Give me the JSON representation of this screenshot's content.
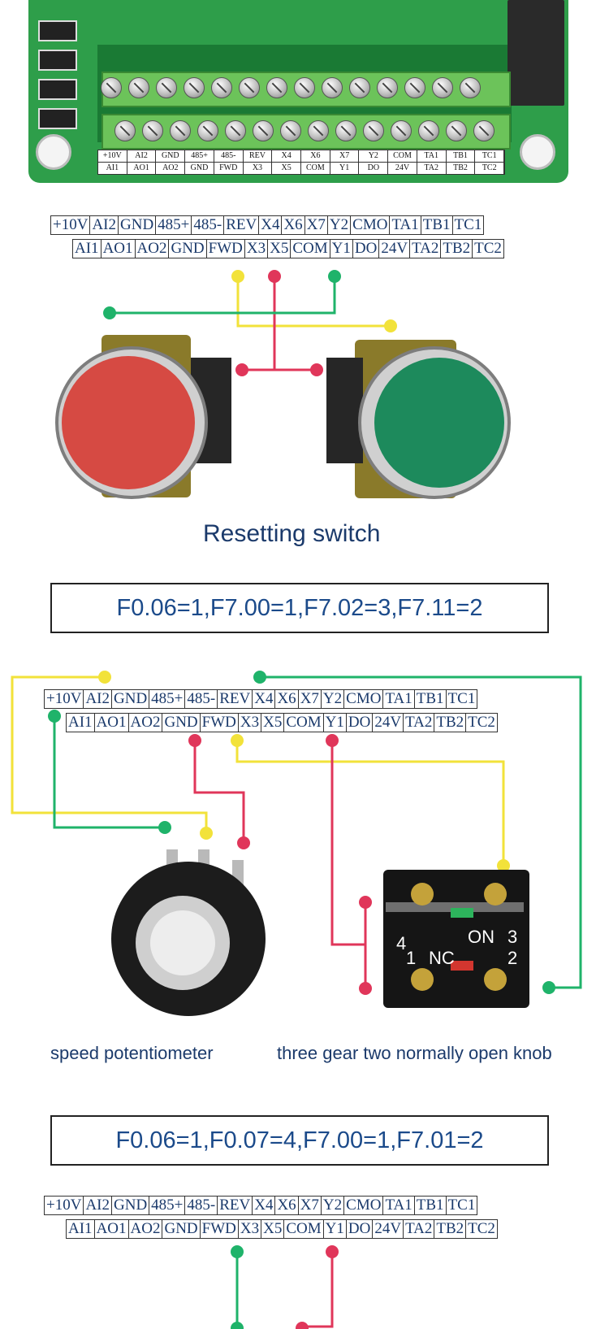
{
  "pcb": {
    "top_labels": [
      "+10V",
      "AI2",
      "GND",
      "485+",
      "485-",
      "REV",
      "X4",
      "X6",
      "X7",
      "Y2",
      "COM",
      "TA1",
      "TB1",
      "TC1"
    ],
    "bottom_labels": [
      "AI1",
      "AO1",
      "AO2",
      "GND",
      "FWD",
      "X3",
      "X5",
      "COM",
      "Y1",
      "DO",
      "24V",
      "TA2",
      "TB2",
      "TC2"
    ]
  },
  "terminals": {
    "top": [
      "+10V",
      "AI2",
      "GND",
      "485+",
      "485-",
      "REV",
      "X4",
      "X6",
      "X7",
      "Y2",
      "CMO",
      "TA1",
      "TB1",
      "TC1"
    ],
    "bottom": [
      "AI1",
      "AO1",
      "AO2",
      "GND",
      "FWD",
      "X3",
      "X5",
      "COM",
      "Y1",
      "DO",
      "24V",
      "TA2",
      "TB2",
      "TC2"
    ]
  },
  "section1": {
    "caption": "Resetting switch",
    "params": "F0.06=1,F7.00=1,F7.02=3,F7.11=2"
  },
  "section2": {
    "caption_left": "speed potentiometer",
    "caption_right": "three gear two normally open knob",
    "params": "F0.06=1,F0.07=4,F7.00=1,F7.01=2"
  },
  "selector": {
    "label_no": "ON",
    "label_nc": "NC",
    "pos1": "1",
    "pos2": "2",
    "pos3": "3",
    "pos4": "4"
  },
  "colors": {
    "yellow_wire": "#f2e23a",
    "red_wire": "#e0365a",
    "green_wire": "#1fb36a",
    "text": "#1b3a6b"
  }
}
